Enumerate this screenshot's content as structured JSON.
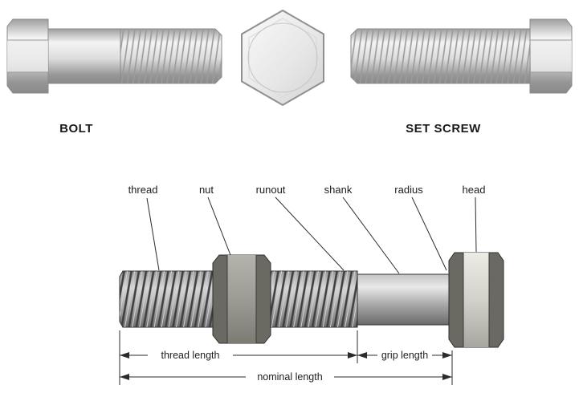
{
  "header": {
    "bolt_label": "BOLT",
    "set_screw_label": "SET SCREW"
  },
  "parts": {
    "thread": "thread",
    "nut": "nut",
    "runout": "runout",
    "shank": "shank",
    "radius": "radius",
    "head": "head"
  },
  "dimensions": {
    "thread_length": "thread length",
    "grip_length": "grip length",
    "nominal_length": "nominal length"
  },
  "colors": {
    "background": "#ffffff",
    "metal_light": "#e8e8e8",
    "metal_dark": "#8a8a8a",
    "hardware_dark": "#6a6a62",
    "line": "#2b2b2b"
  }
}
